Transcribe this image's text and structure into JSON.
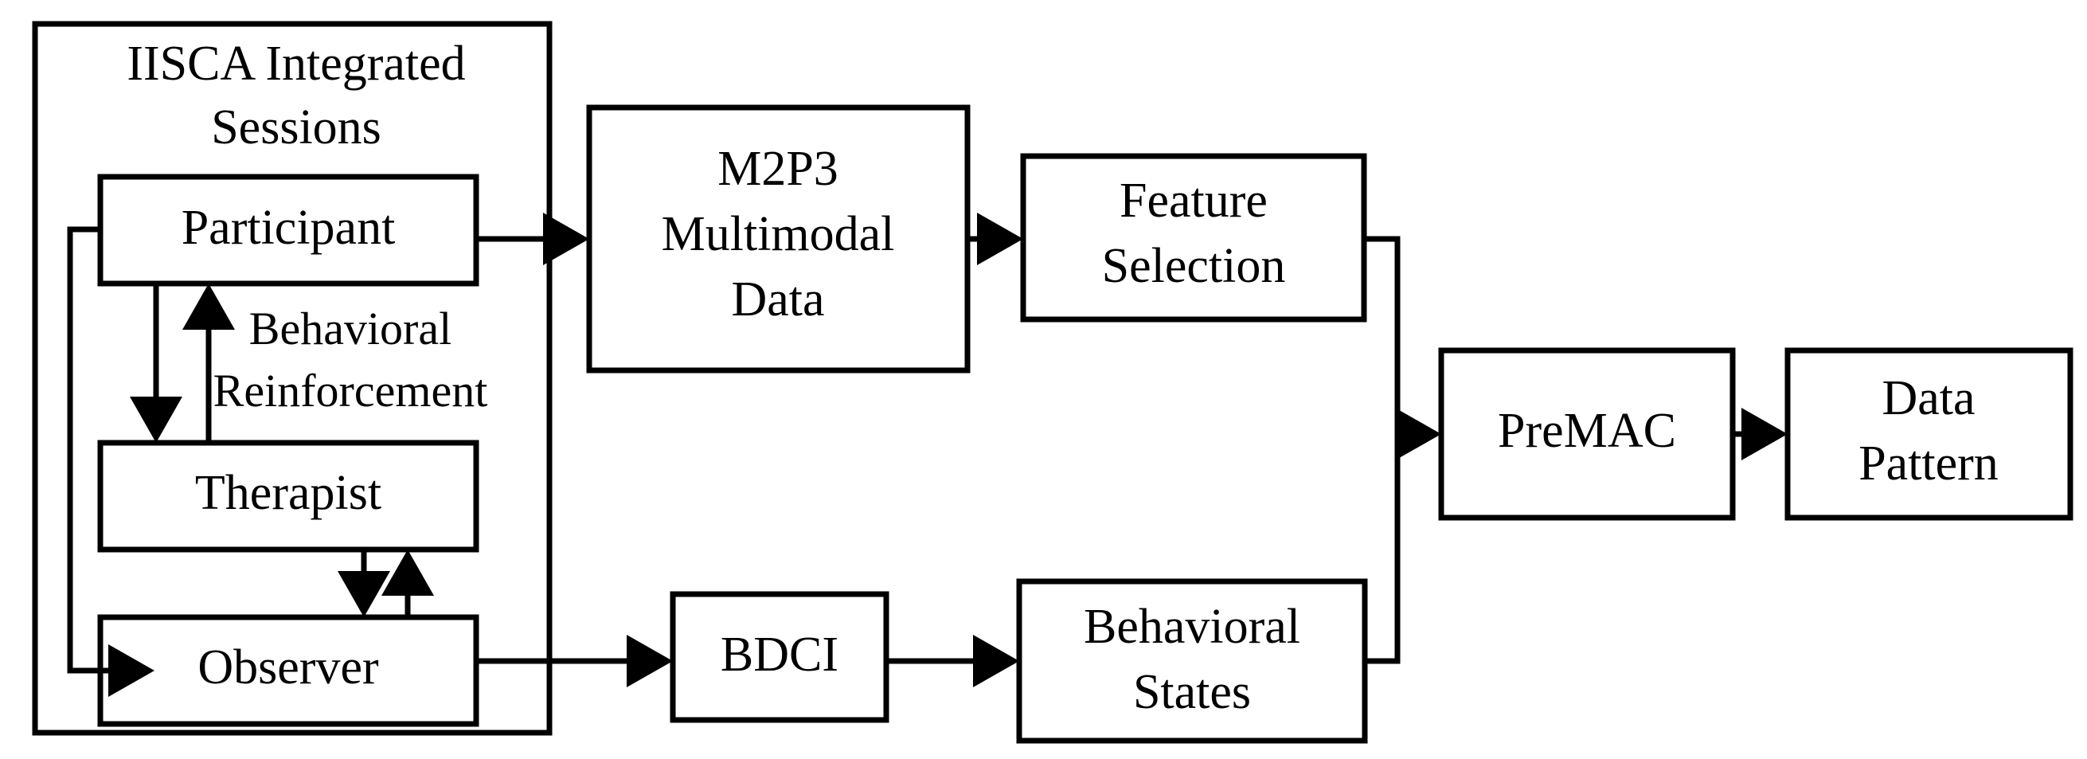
{
  "diagram": {
    "title": "IISCA Integrated Sessions pipeline",
    "background_color": "#ffffff",
    "line_color": "#000000",
    "group": {
      "label_line1": "IISCA Integrated",
      "label_line2": "Sessions"
    },
    "nodes": {
      "participant": {
        "label": "Participant"
      },
      "therapist": {
        "label": "Therapist"
      },
      "observer": {
        "label": "Observer"
      },
      "m2p3": {
        "line1": "M2P3",
        "line2": "Multimodal",
        "line3": "Data"
      },
      "feature_selection": {
        "line1": "Feature",
        "line2": "Selection"
      },
      "premac": {
        "label": "PreMAC"
      },
      "data_pattern": {
        "line1": "Data",
        "line2": "Pattern"
      },
      "bdci": {
        "label": "BDCI"
      },
      "behavioral_states": {
        "line1": "Behavioral",
        "line2": "States"
      }
    },
    "edge_labels": {
      "behavioral_reinforcement_line1": "Behavioral",
      "behavioral_reinforcement_line2": "Reinforcement"
    }
  }
}
